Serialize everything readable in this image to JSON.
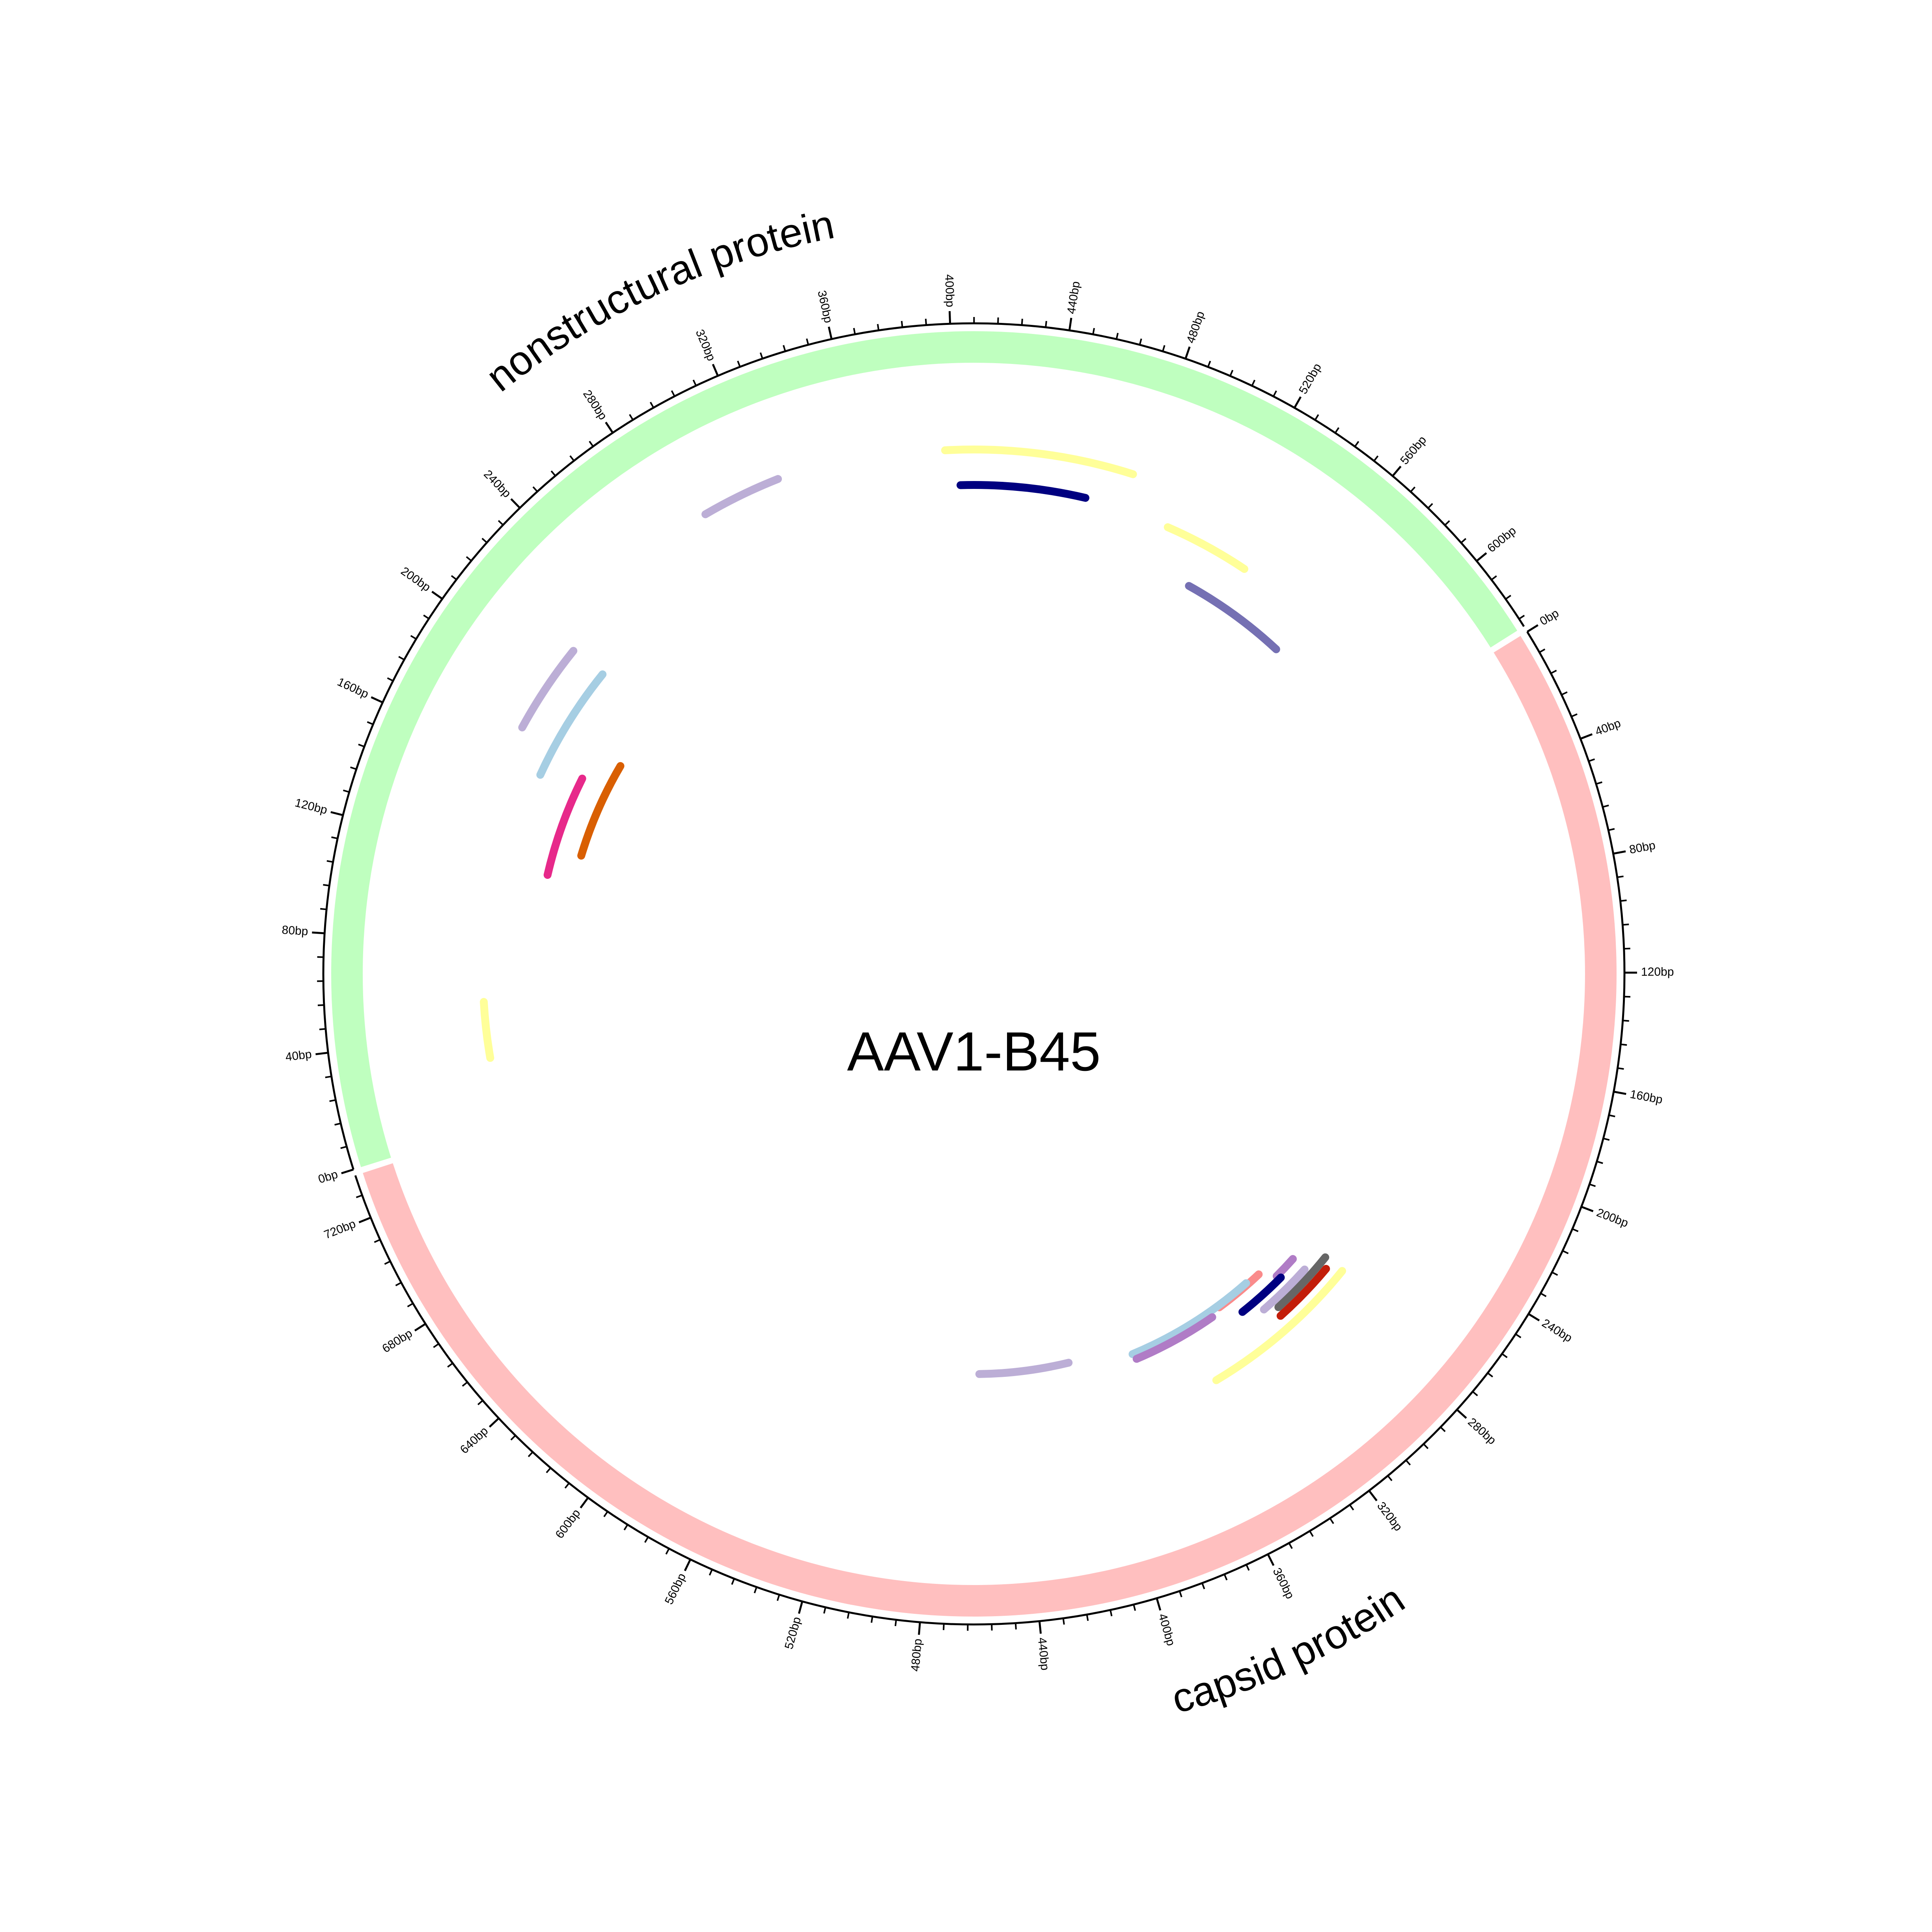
{
  "title": "AAV1-B45",
  "tick_unit": "bp",
  "segments": [
    {
      "id": "nonstructural",
      "name": "nonstructural protein",
      "length": 627,
      "color": "#bfffbf",
      "major_ticks": [
        0,
        40,
        80,
        120,
        160,
        200,
        240,
        280,
        320,
        360,
        400,
        440,
        480,
        520,
        560,
        600
      ],
      "tick_labels": [
        "0bp",
        "40bp",
        "80bp",
        "120bp",
        "160bp",
        "200bp",
        "240bp",
        "280bp",
        "320bp",
        "360bp",
        "400bp",
        "440bp",
        "480bp",
        "520bp",
        "560bp",
        "600bp"
      ]
    },
    {
      "id": "capsid",
      "name": "capsid protein",
      "length": 735,
      "color": "#ffbfbf",
      "major_ticks": [
        0,
        40,
        80,
        120,
        160,
        200,
        240,
        280,
        320,
        360,
        400,
        440,
        480,
        520,
        560,
        600,
        640,
        680,
        720
      ],
      "tick_labels": [
        "0bp",
        "40bp",
        "80bp",
        "120bp",
        "160bp",
        "200bp",
        "240bp",
        "280bp",
        "320bp",
        "360bp",
        "400bp",
        "440bp",
        "480bp",
        "520bp",
        "560bp",
        "600bp",
        "640bp",
        "680bp",
        "720bp"
      ]
    }
  ],
  "features": [
    {
      "segment": "nonstructural",
      "start": 29,
      "end": 54,
      "track": 1,
      "color": "#ffff99"
    },
    {
      "segment": "nonstructural",
      "start": 116,
      "end": 167,
      "track": 2,
      "color": "#e7298a"
    },
    {
      "segment": "nonstructural",
      "start": 130,
      "end": 182,
      "track": 3,
      "color": "#d95f02"
    },
    {
      "segment": "nonstructural",
      "start": 160,
      "end": 214,
      "track": 4,
      "color": "#a6cee3"
    },
    {
      "segment": "nonstructural",
      "start": 175,
      "end": 214,
      "track": 5,
      "color": "#bcaed6"
    },
    {
      "segment": "nonstructural",
      "start": 293,
      "end": 326,
      "track": 6,
      "color": "#bcaed6"
    },
    {
      "segment": "nonstructural",
      "start": 396,
      "end": 475,
      "track": 7,
      "color": "#ffff99"
    },
    {
      "segment": "nonstructural",
      "start": 402,
      "end": 458,
      "track": 8,
      "color": "#000080"
    },
    {
      "segment": "nonstructural",
      "start": 497,
      "end": 536,
      "track": 9,
      "color": "#ffff99"
    },
    {
      "segment": "nonstructural",
      "start": 518,
      "end": 571,
      "track": 10,
      "color": "#7570b3"
    },
    {
      "segment": "capsid",
      "start": 268,
      "end": 345,
      "track": 11,
      "color": "#ffff99"
    },
    {
      "segment": "capsid",
      "start": 268,
      "end": 301,
      "track": 12,
      "color": "#666666"
    },
    {
      "segment": "capsid",
      "start": 272,
      "end": 303,
      "track": 13,
      "color": "#c31d0a"
    },
    {
      "segment": "capsid",
      "start": 279,
      "end": 307,
      "track": 14,
      "color": "#bcaed6"
    },
    {
      "segment": "capsid",
      "start": 279,
      "end": 291,
      "track": 15,
      "color": "#b07cc6"
    },
    {
      "segment": "capsid",
      "start": 290,
      "end": 316,
      "track": 16,
      "color": "#000080"
    },
    {
      "segment": "capsid",
      "start": 297,
      "end": 324,
      "track": 17,
      "color": "#fa8b8b"
    },
    {
      "segment": "capsid",
      "start": 305,
      "end": 376,
      "track": 18,
      "color": "#a6cee3"
    },
    {
      "segment": "capsid",
      "start": 330,
      "end": 375,
      "track": 19,
      "color": "#b07cc6"
    },
    {
      "segment": "capsid",
      "start": 410,
      "end": 459,
      "track": 20,
      "color": "#bcaed6"
    }
  ]
}
